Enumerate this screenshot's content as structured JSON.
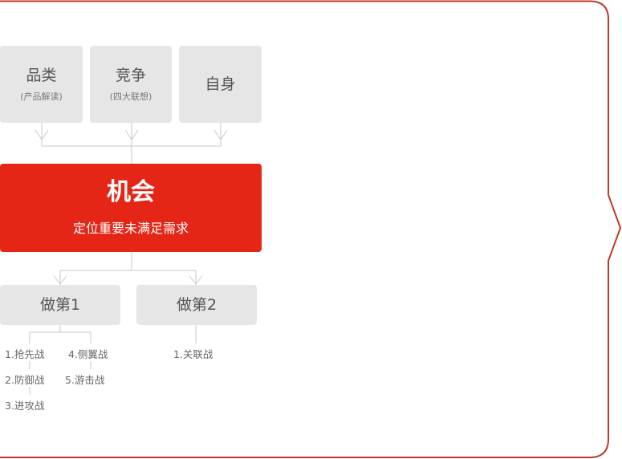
{
  "top_boxes": [
    {
      "title": "品类",
      "subtitle": "(产品解读)"
    },
    {
      "title": "竞争",
      "subtitle": "(四大联想)"
    },
    {
      "title": "自身",
      "subtitle": ""
    }
  ],
  "opportunity": {
    "title": "机会",
    "subtitle": "定位重要未满足需求"
  },
  "strategies": [
    {
      "title": "做第1",
      "items": [
        "1.抢先战",
        "2.防御战",
        "3.进攻战",
        "4.侧翼战",
        "5.游击战"
      ]
    },
    {
      "title": "做第2",
      "items": [
        "1.关联战"
      ]
    }
  ],
  "colors": {
    "accent": "#e52617",
    "frame": "#c0392b",
    "box": "#e6e6e6"
  }
}
